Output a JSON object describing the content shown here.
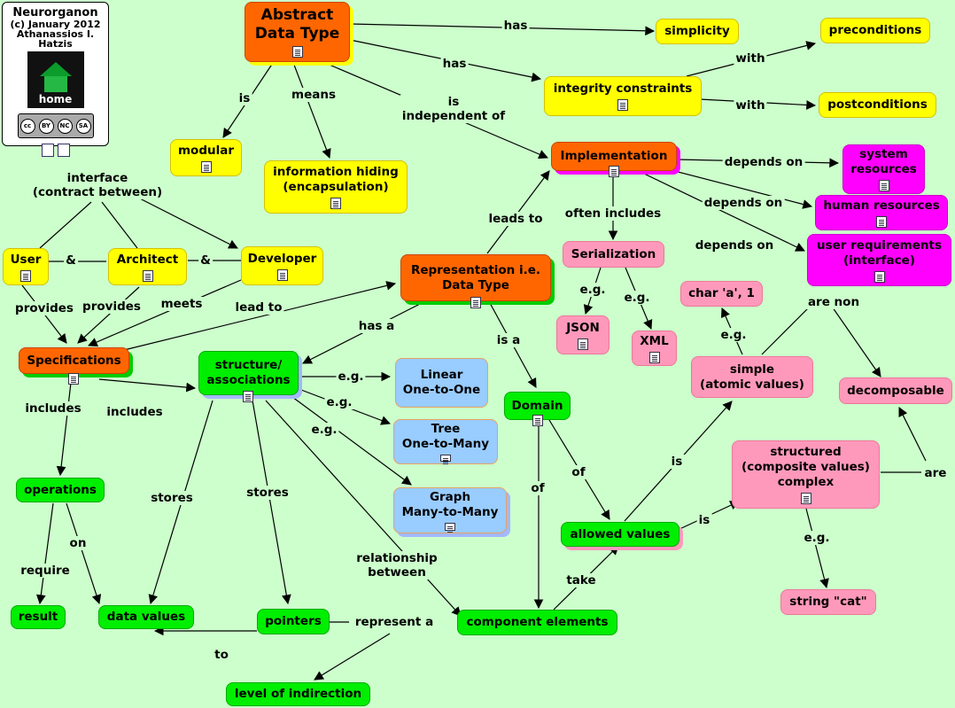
{
  "logo": {
    "title": "Neurorganon",
    "copyright": "(c) January 2012",
    "author": "Athanassios I. Hatzis",
    "home_label": "home",
    "license_badge": [
      "cc",
      "BY",
      "NC",
      "SA"
    ]
  },
  "nodes": {
    "adt": [
      "Abstract",
      "Data Type"
    ],
    "simplicity": [
      "simplicity"
    ],
    "preconditions": [
      "preconditions"
    ],
    "integrity": [
      "integrity constraints"
    ],
    "postconditions": [
      "postconditions"
    ],
    "modular": [
      "modular"
    ],
    "infohiding": [
      "information hiding",
      "(encapsulation)"
    ],
    "implementation": [
      "Implementation"
    ],
    "sysres": [
      "system",
      "resources"
    ],
    "humanres": [
      "human resources"
    ],
    "userreq": [
      "user requirements",
      "(interface)"
    ],
    "serialization": [
      "Serialization"
    ],
    "json": [
      "JSON"
    ],
    "xml": [
      "XML"
    ],
    "chara": [
      "char 'a', 1"
    ],
    "user": [
      "User"
    ],
    "architect": [
      "Architect"
    ],
    "developer": [
      "Developer"
    ],
    "representation": [
      "Representation i.e.",
      "Data Type"
    ],
    "specifications": [
      "Specifications"
    ],
    "structure": [
      "structure/",
      "associations"
    ],
    "linear": [
      "Linear",
      "One-to-One"
    ],
    "tree": [
      "Tree",
      "One-to-Many"
    ],
    "graph": [
      "Graph",
      "Many-to-Many"
    ],
    "domain": [
      "Domain"
    ],
    "simple": [
      "simple",
      "(atomic values)"
    ],
    "decomposable": [
      "decomposable"
    ],
    "structured": [
      "structured",
      "(composite values)",
      "complex"
    ],
    "operations": [
      "operations"
    ],
    "allowed": [
      "allowed values"
    ],
    "stringcat": [
      "string \"cat\""
    ],
    "result": [
      "result"
    ],
    "datavalues": [
      "data values"
    ],
    "pointers": [
      "pointers"
    ],
    "component": [
      "component elements"
    ],
    "indirection": [
      "level of indirection"
    ]
  },
  "labels": {
    "has1": "has",
    "has2": "has",
    "with1": "with",
    "with2": "with",
    "is1": "is",
    "means": "means",
    "indep": [
      "is",
      "independent of"
    ],
    "dep1": "depends on",
    "dep2": "depends on",
    "dep3": "depends on",
    "interface": [
      "interface",
      "(contract between)"
    ],
    "amp1": "&",
    "amp2": "&",
    "leadsto": "leads to",
    "often": "often includes",
    "eg1": "e.g.",
    "eg2": "e.g.",
    "eg3": "e.g.",
    "arenon": "are non",
    "provides1": "provides",
    "provides2": "provides",
    "meets": "meets",
    "leadto": "lead to",
    "hasa": "has a",
    "isa": "is a",
    "egl": "e.g.",
    "egt": "e.g.",
    "egg": "e.g.",
    "includes1": "includes",
    "includes2": "includes",
    "stores1": "stores",
    "stores2": "stores",
    "is2": "is",
    "of1": "of",
    "of2": "of",
    "is3": "is",
    "are": "are",
    "eg4": "e.g.",
    "require": "require",
    "on": "on",
    "relationship": [
      "relationship",
      "between"
    ],
    "take": "take",
    "represent": "represent a",
    "to": "to"
  },
  "colors": {
    "background": "#ccffcc",
    "yellow": "#ffff00",
    "orange": "#ff6600",
    "green": "#00ee00",
    "pink": "#ff99bb",
    "magenta": "#ff00ff",
    "blue": "#99ccff"
  }
}
